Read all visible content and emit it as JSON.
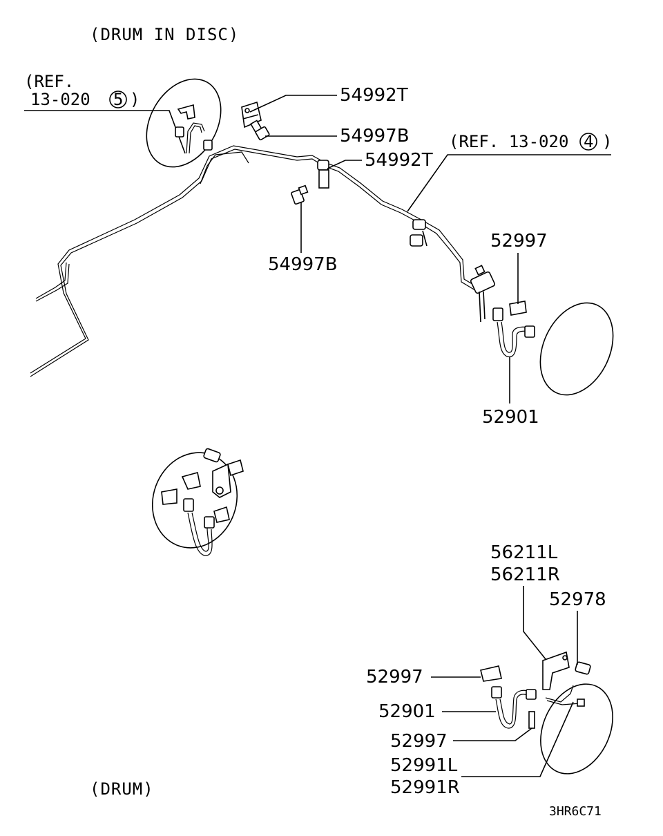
{
  "captions": {
    "drum_in_disc": "(DRUM IN DISC)",
    "drum": "(DRUM)"
  },
  "refs": {
    "ref_5_line1": "(REF.",
    "ref_5_line2": "13-020",
    "ref_5_circled": "5",
    "ref_5_close": ")",
    "ref_4_open": "(REF. 13-020",
    "ref_4_circled": "4",
    "ref_4_close": ")"
  },
  "labels": {
    "p54992T_a": "54992T",
    "p54997B_a": "54997B",
    "p54992T_b": "54992T",
    "p54997B_b": "54997B",
    "p52997_a": "52997",
    "p52901_a": "52901",
    "p56211L": "56211L",
    "p56211R": "56211R",
    "p52978": "52978",
    "p52997_b": "52997",
    "p52901_b": "52901",
    "p52997_c": "52997",
    "p52991L": "52991L",
    "p52991R": "52991R"
  },
  "diagram_code": "3HR6C71"
}
